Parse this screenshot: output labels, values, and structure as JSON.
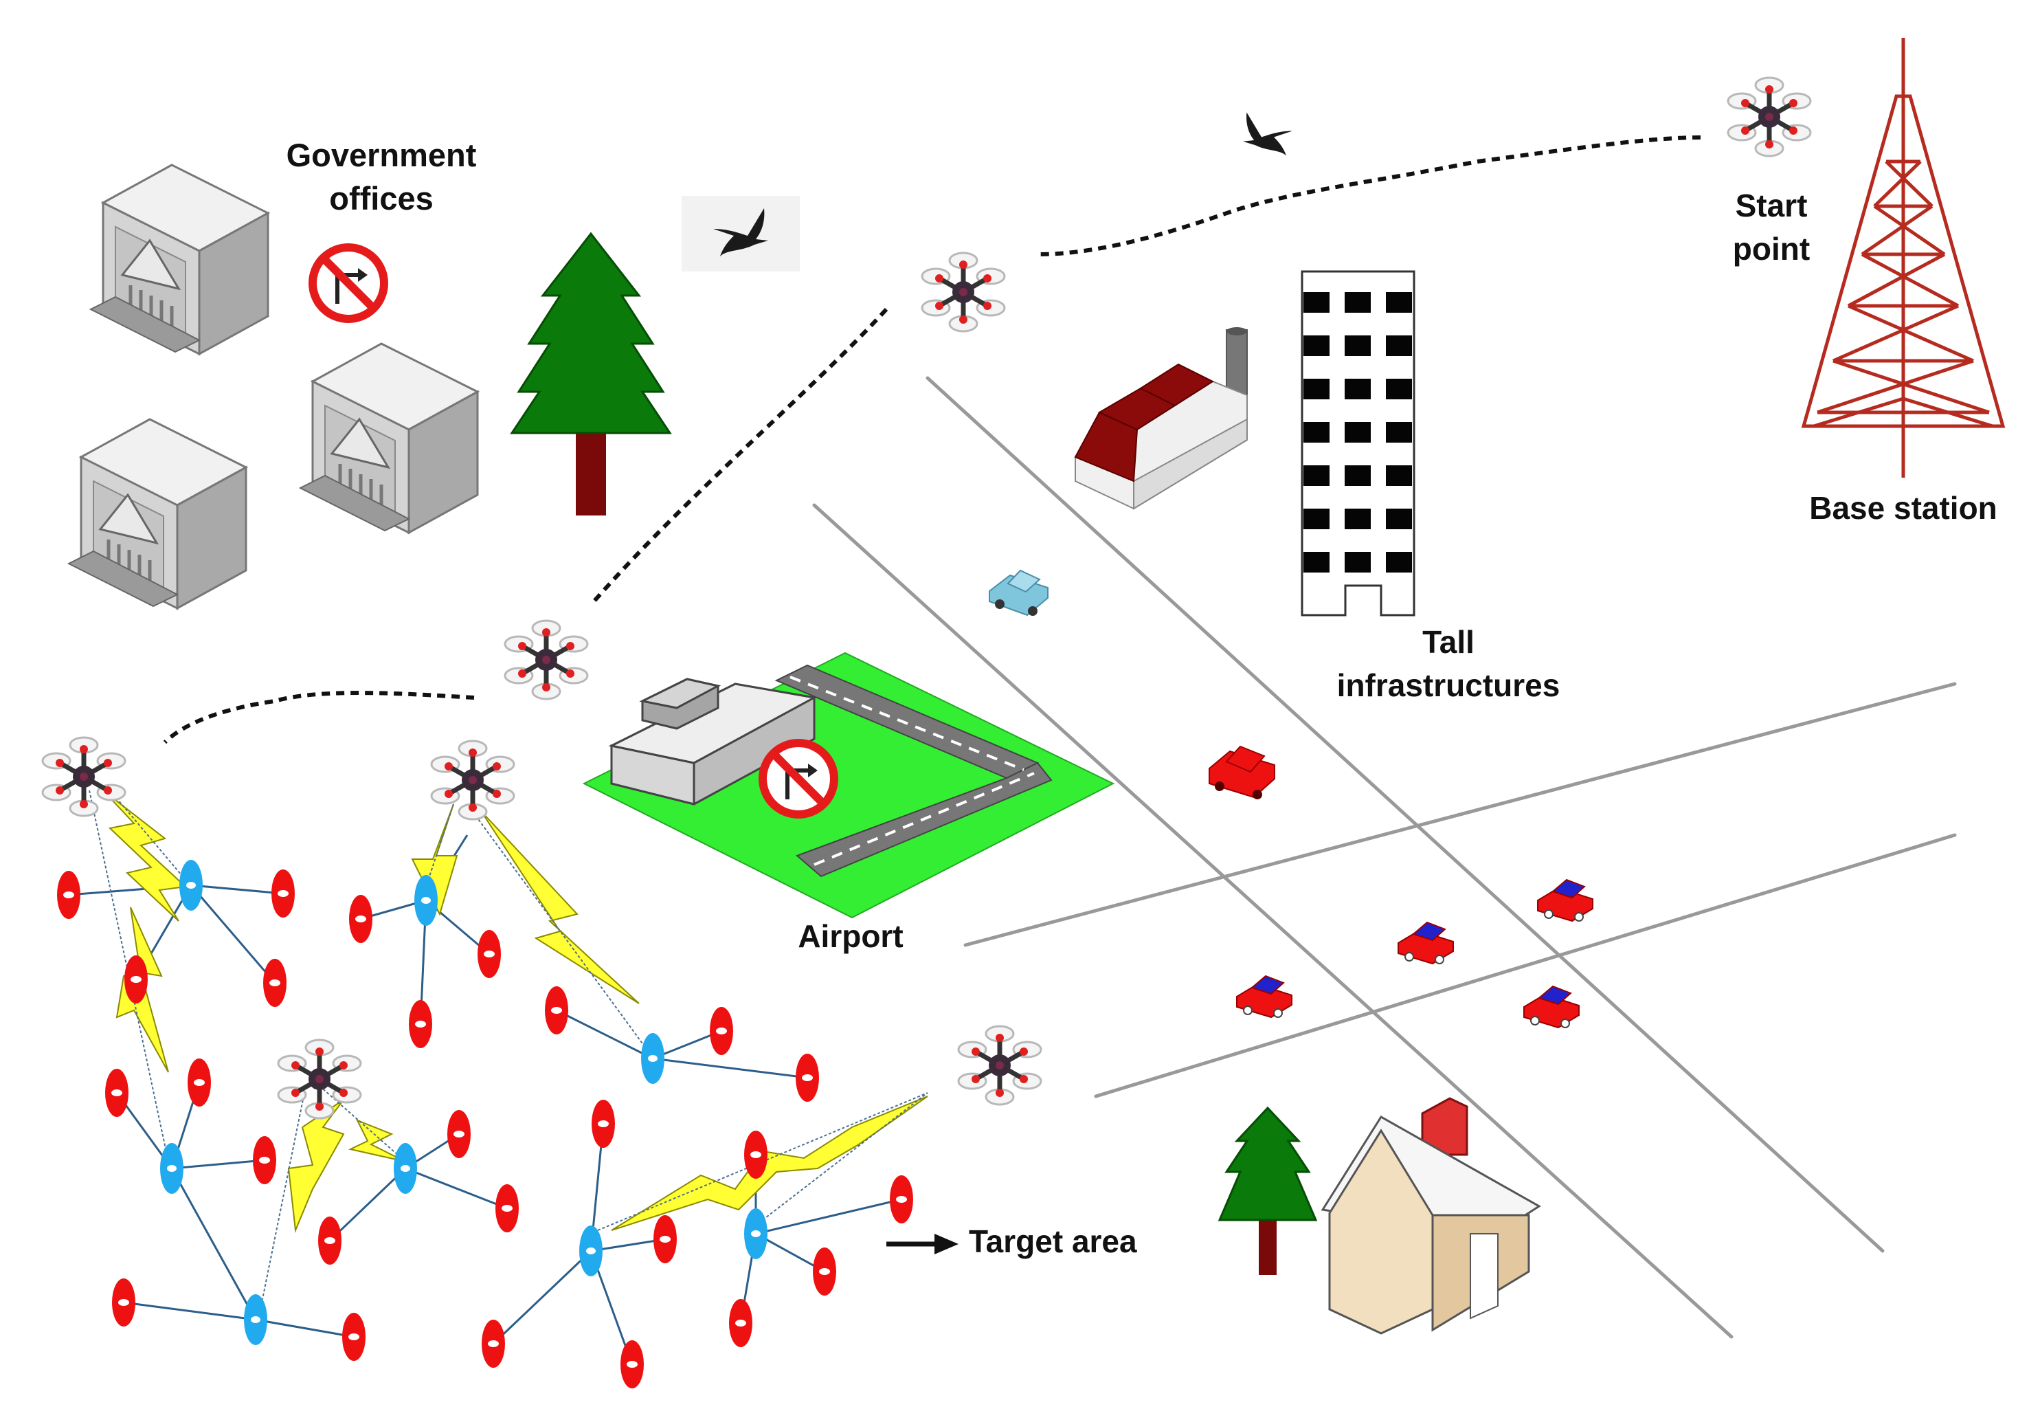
{
  "labels": {
    "government_offices_line1": "Government",
    "government_offices_line2": "offices",
    "start_point_line1": "Start",
    "start_point_line2": "point",
    "base_station": "Base station",
    "tall_infra_line1": "Tall",
    "tall_infra_line2": "infrastructures",
    "airport": "Airport",
    "target_area": "Target area"
  },
  "colors": {
    "sensor_red": "#ee1111",
    "cluster_head_blue": "#22aaee",
    "lightning_yellow": "#ffff33",
    "tower_red": "#b52b1f",
    "tree_green": "#0a7a0a",
    "trunk_brown": "#7a0a0a",
    "airport_grass": "#33ee33",
    "road_gray": "#999999",
    "car_red": "#ee1111",
    "car_blue_roof": "#2222cc"
  },
  "icons": [
    "drone-icon",
    "bird-icon",
    "no-entry-sign-icon",
    "building-icon",
    "tree-icon",
    "tower-icon",
    "factory-icon",
    "house-icon",
    "car-icon",
    "sensor-node-icon",
    "cluster-head-icon",
    "lightning-link-icon",
    "arrow-icon"
  ]
}
